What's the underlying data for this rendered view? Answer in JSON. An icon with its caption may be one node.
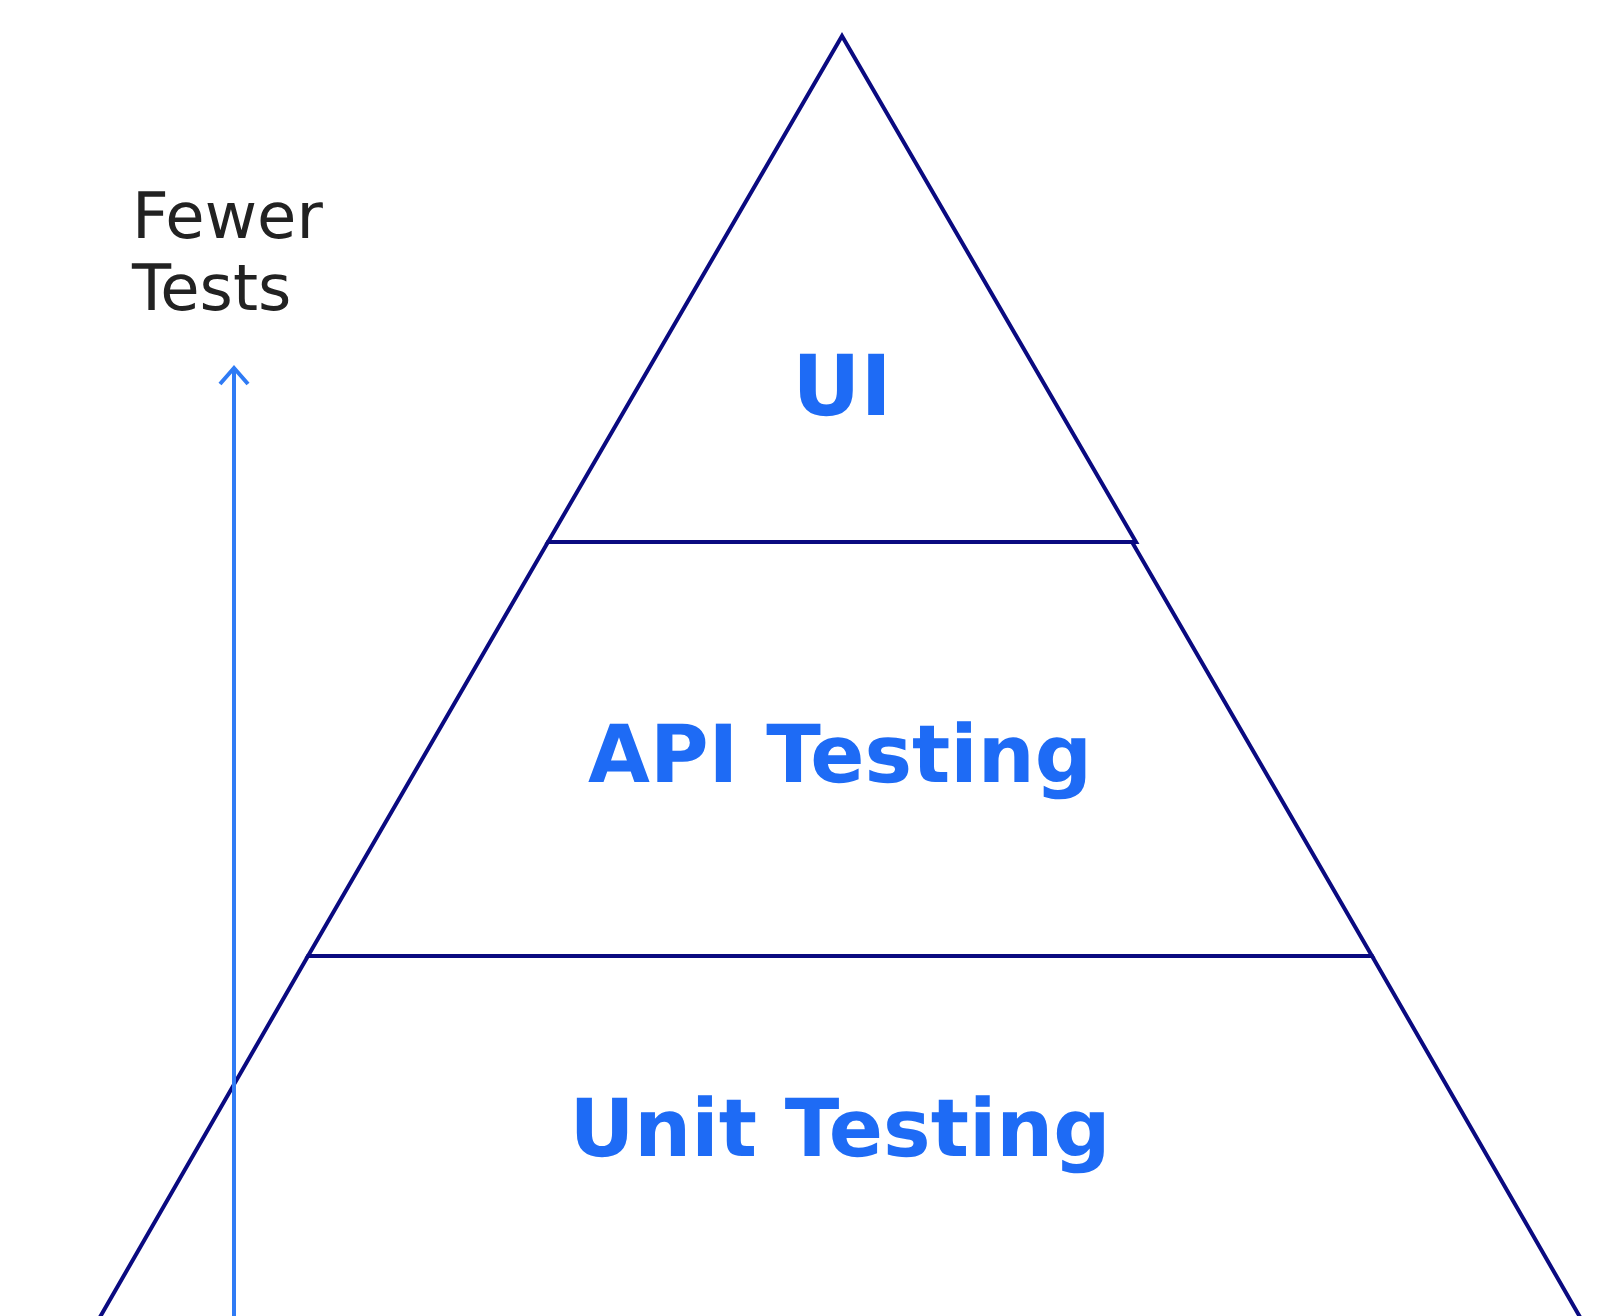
{
  "diagram": {
    "nodes": [
      {
        "text": [
          "UI"
        ]
      },
      {
        "text": [
          "API Testing"
        ]
      },
      {
        "text": [
          "Unit Testing"
        ]
      }
    ],
    "labels": [
      "Fewer Tests"
    ]
  }
}
